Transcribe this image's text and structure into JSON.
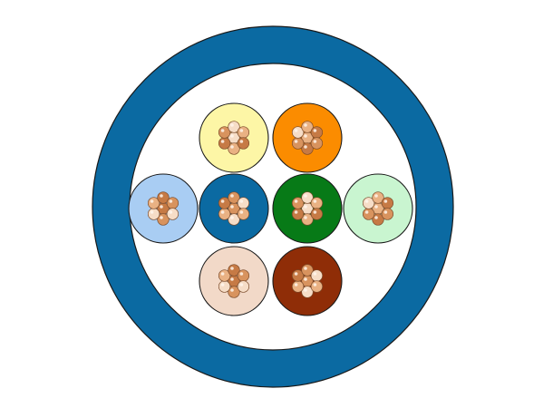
{
  "diagram": {
    "sheath_color": "#0b6aa2",
    "outline_color": "#1a1a1a",
    "conductor_colors": [
      "#f6ddc7",
      "#e9b183",
      "#c67a45",
      "#d8935e"
    ],
    "wires": [
      {
        "id": "light-yellow",
        "insulation": "#fdf6a6"
      },
      {
        "id": "orange",
        "insulation": "#fb8c00"
      },
      {
        "id": "light-blue",
        "insulation": "#a9cdf3"
      },
      {
        "id": "blue",
        "insulation": "#0b6aa2"
      },
      {
        "id": "green",
        "insulation": "#077a17"
      },
      {
        "id": "light-green",
        "insulation": "#c9f5d0"
      },
      {
        "id": "light-pink",
        "insulation": "#f2d9c8"
      },
      {
        "id": "brown",
        "insulation": "#8f2d07"
      }
    ]
  }
}
